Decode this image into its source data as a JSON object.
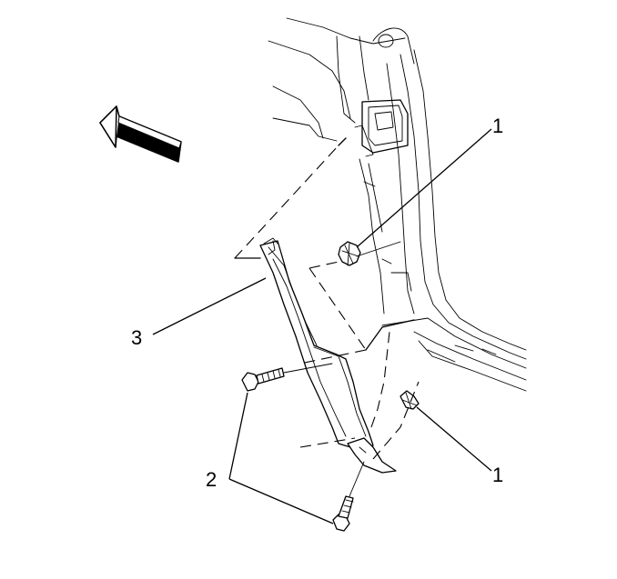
{
  "callouts": {
    "fastener_top": "1",
    "fastener_bottom": "1",
    "bolts": "2",
    "trim_panel": "3"
  },
  "icons": {
    "direction_arrow": "arrow-front-icon"
  },
  "colors": {
    "line": "#000000",
    "background": "#ffffff"
  }
}
